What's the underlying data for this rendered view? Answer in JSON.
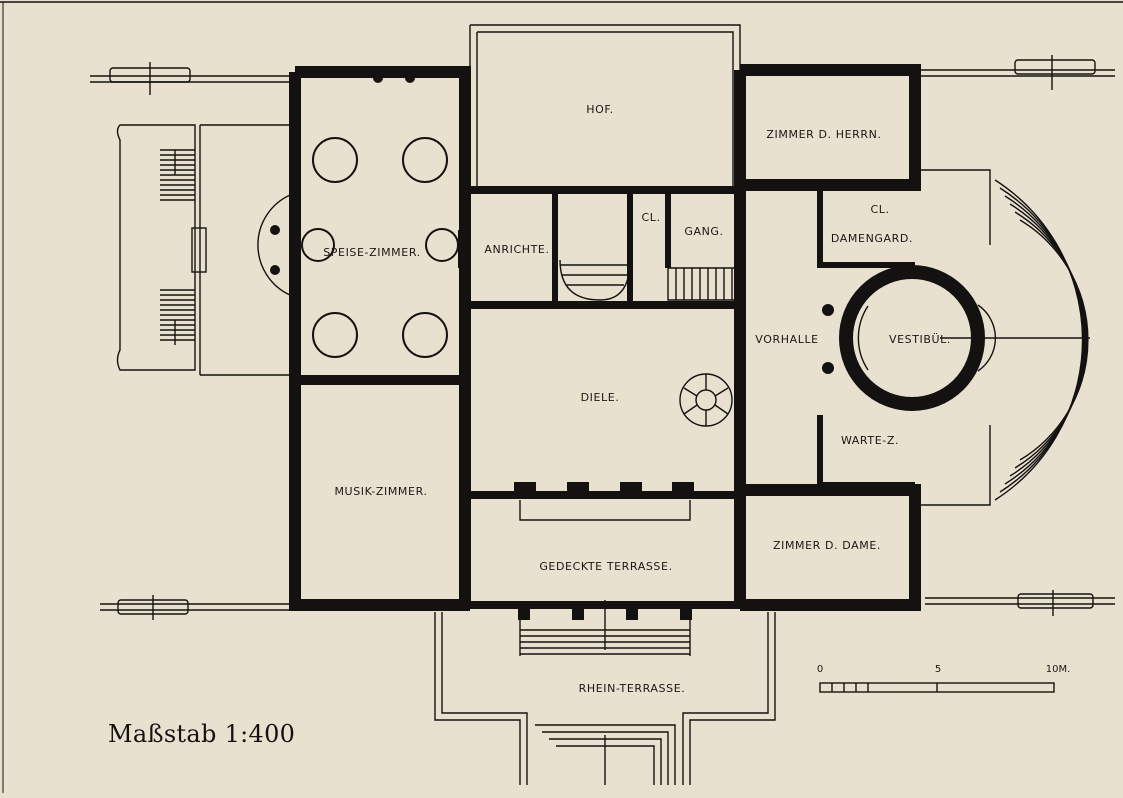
{
  "rooms": {
    "hof": "HOF.",
    "zimmer_herrn": "ZIMMER D. HERRN.",
    "speise_zimmer": "SPEISE-ZIMMER.",
    "anrichte": "ANRICHTE.",
    "cl_1": "CL.",
    "gang": "GANG.",
    "cl_2": "CL.",
    "damengard": "DAMENGARD.",
    "vorhalle": "VORHALLE",
    "vestibul": "VESTIBÜL.",
    "diele": "DIELE.",
    "warte_z": "WARTE-Z.",
    "musik_zimmer": "MUSIK-ZIMMER.",
    "zimmer_dame": "ZIMMER D. DAME.",
    "gedeckte_terrasse": "GEDECKTE TERRASSE.",
    "rhein_terrasse": "RHEIN-TERRASSE."
  },
  "scale_bar": {
    "tick_0": "0",
    "tick_5": "5",
    "tick_10": "10M."
  },
  "caption": "Maßstab 1:400",
  "colors": {
    "paper": "#e9e1d0",
    "ink": "#141210"
  }
}
